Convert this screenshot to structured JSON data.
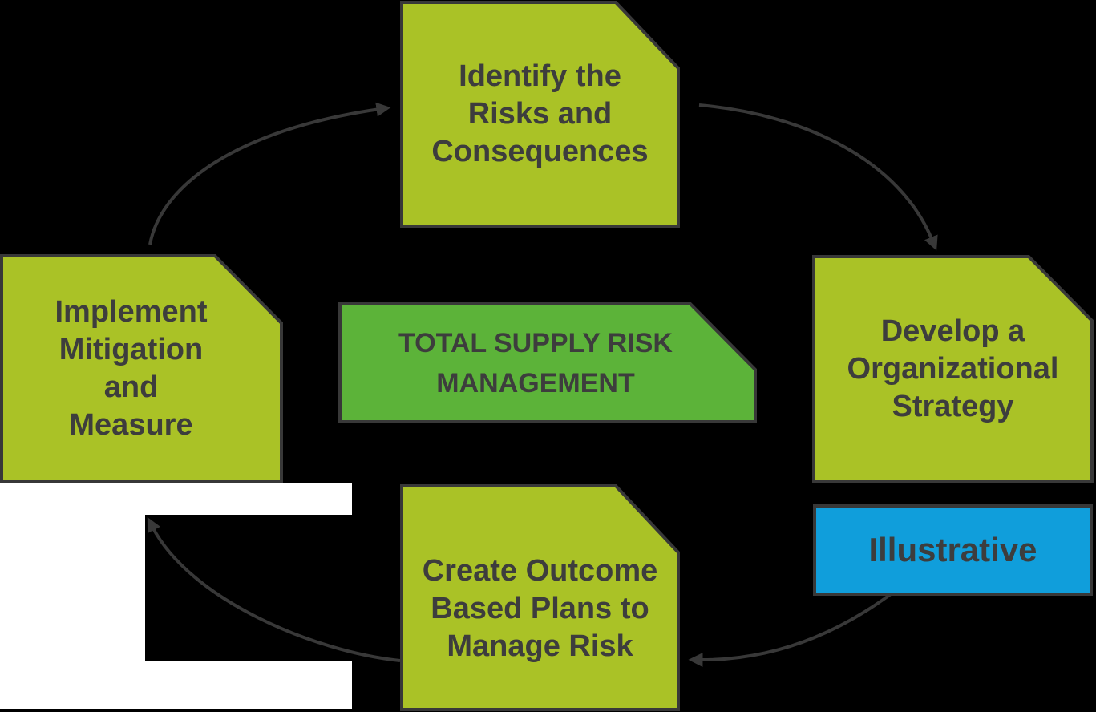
{
  "center_box": {
    "lines": [
      "TOTAL SUPPLY RISK",
      "MANAGEMENT"
    ]
  },
  "nodes": {
    "identify": {
      "lines": [
        "Identify the",
        "Risks and",
        "Consequences"
      ]
    },
    "develop": {
      "lines": [
        "Develop a",
        "Organizational",
        "Strategy"
      ]
    },
    "create": {
      "lines": [
        "Create Outcome",
        "Based Plans to",
        "Manage Risk"
      ]
    },
    "implement": {
      "lines": [
        "Implement",
        "Mitigation",
        "and",
        "Measure"
      ]
    }
  },
  "badge": {
    "label": "Illustrative"
  },
  "colors": {
    "background": "#000000",
    "node_fill": "#aac226",
    "center_fill": "#5cb339",
    "badge_fill": "#109edb",
    "border": "#383838",
    "text": "#3d3d3d",
    "arrow": "#383838",
    "white_patch": "#ffffff",
    "black_patch": "#000000"
  }
}
